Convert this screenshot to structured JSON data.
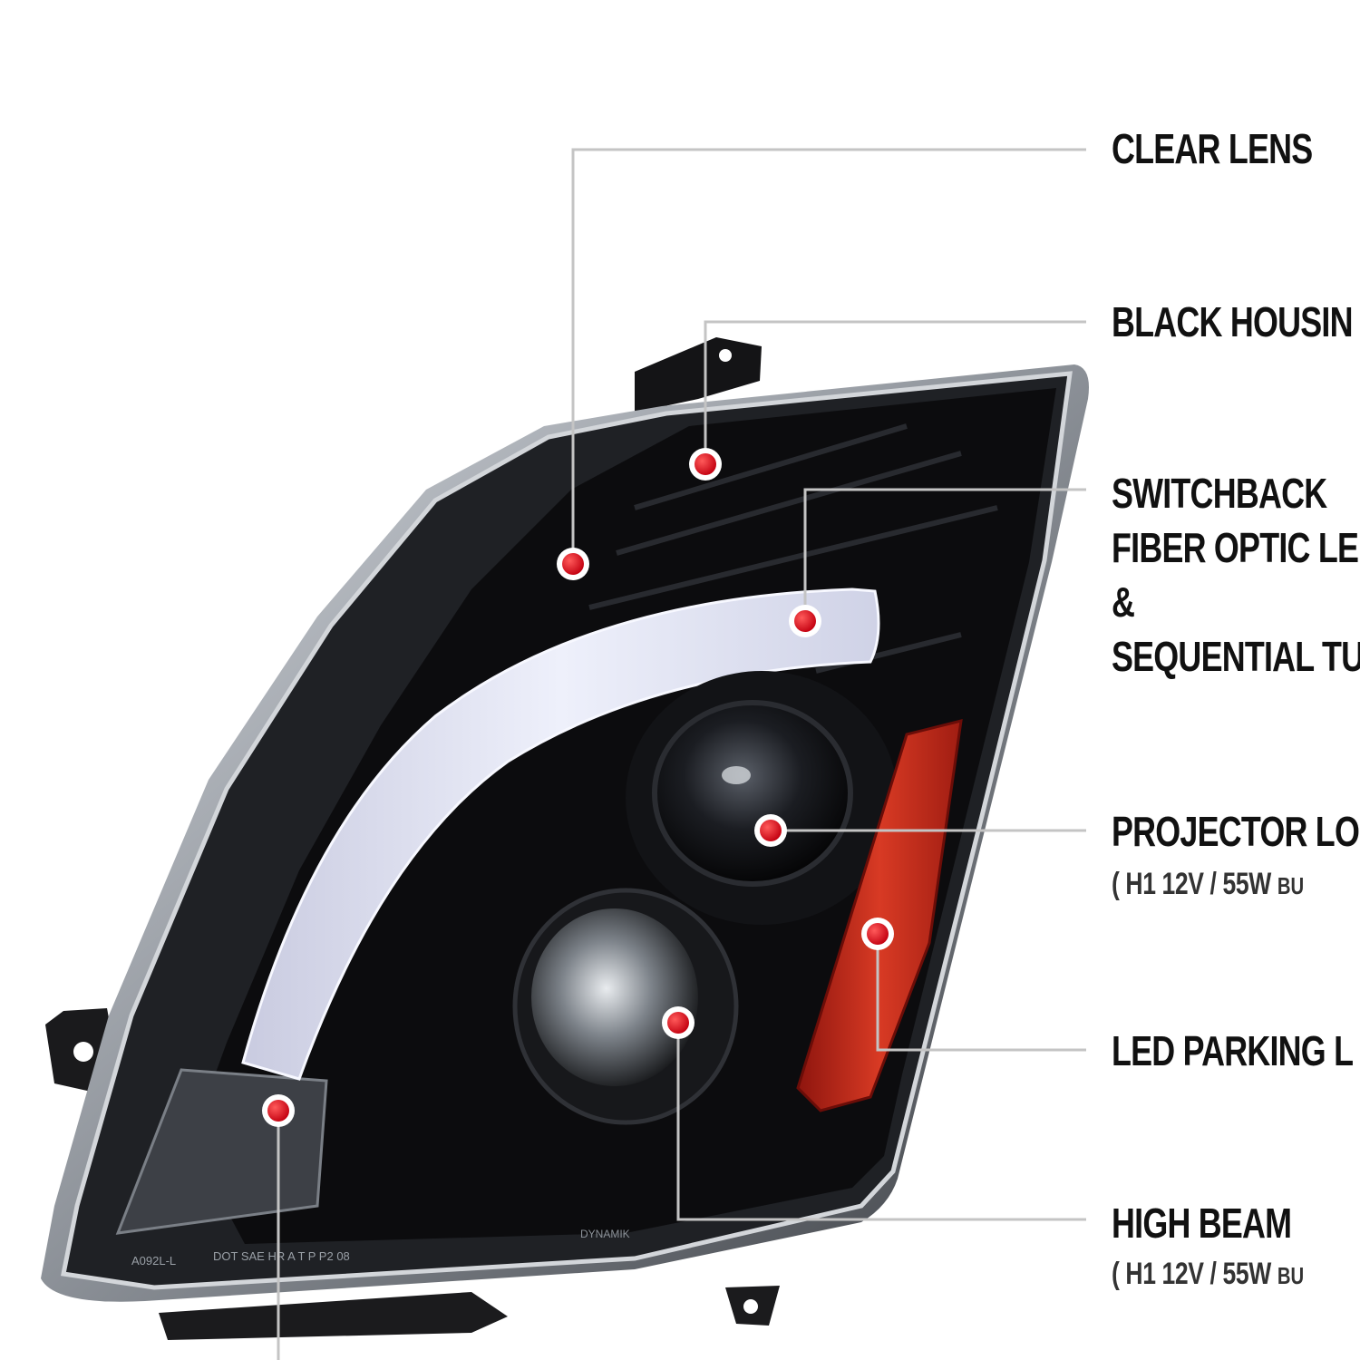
{
  "image_description_labels": {
    "clear_lens": "CLEAR LENS",
    "black_housing": "BLACK HOUSIN",
    "switchback_line1": "SWITCHBACK",
    "switchback_line2": "FIBER OPTIC LE",
    "switchback_line3": "&",
    "switchback_line4": "SEQUENTIAL TU",
    "projector": "PROJECTOR LO",
    "projector_spec_open": "(",
    "projector_spec": "H1  12V / 55W",
    "projector_spec_tail": "BU",
    "led_parking": "LED PARKING L",
    "high_beam": "HIGH BEAM",
    "high_beam_spec_open": "(",
    "high_beam_spec": "H1  12V / 55W",
    "high_beam_spec_tail": "BU"
  },
  "lens_markings": {
    "dot_line": "DOT  SAE  HR  A  T  P  P2  08",
    "part_code": "A092L-L",
    "brand": "DYNAMIK"
  },
  "colors": {
    "callout_line": "#c4c4c4",
    "callout_dot": "#e0101a",
    "housing": "#0c0c0e",
    "light_bar": "#e6e8f6",
    "amber_reflector": "#c7271a"
  }
}
